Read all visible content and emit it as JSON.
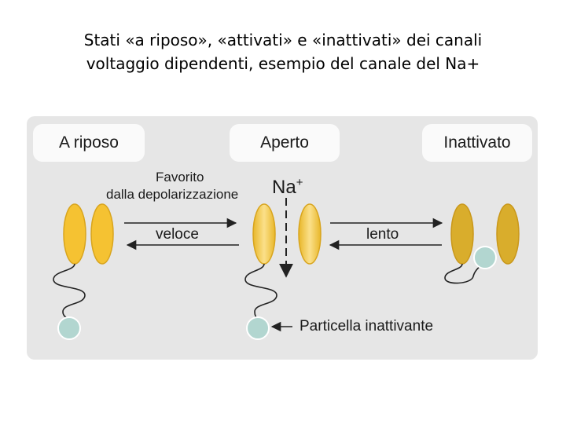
{
  "slide": {
    "title_line1": "Stati «a riposo», «attivati» e «inattivati» dei canali",
    "title_line2": "voltaggio dipendenti, esempio del canale del Na+"
  },
  "states": {
    "rest": "A riposo",
    "open": "Aperto",
    "inactivated": "Inattivato"
  },
  "labels": {
    "favored_line1": "Favorito",
    "favored_line2": "dalla depolarizzazione",
    "ion": "Na",
    "ion_charge": "+",
    "fast": "veloce",
    "slow": "lento",
    "particle": "Particella inattivante"
  },
  "colors": {
    "panel": "#e6e6e6",
    "subunit_rest": "#f5c232",
    "subunit_open": "#f2c94c",
    "subunit_inactivated": "#d9ad2c",
    "subunit_stroke": "#c9971a",
    "particle": "#b2d6d0",
    "particle_stroke": "#ffffff"
  }
}
